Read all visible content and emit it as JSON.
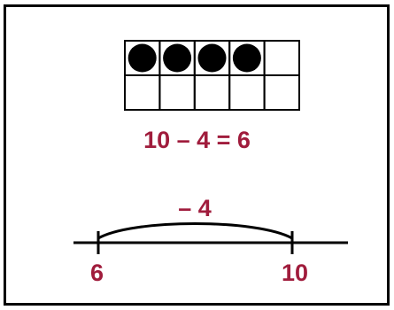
{
  "ten_frame": {
    "rows": 2,
    "columns": 5,
    "filled_cells": 4
  },
  "equation": "10 – 4 = 6",
  "number_line": {
    "jump_label": "– 4",
    "start_label": "6",
    "end_label": "10"
  },
  "colors": {
    "accent": "#a01c3c",
    "ink": "#000000"
  }
}
